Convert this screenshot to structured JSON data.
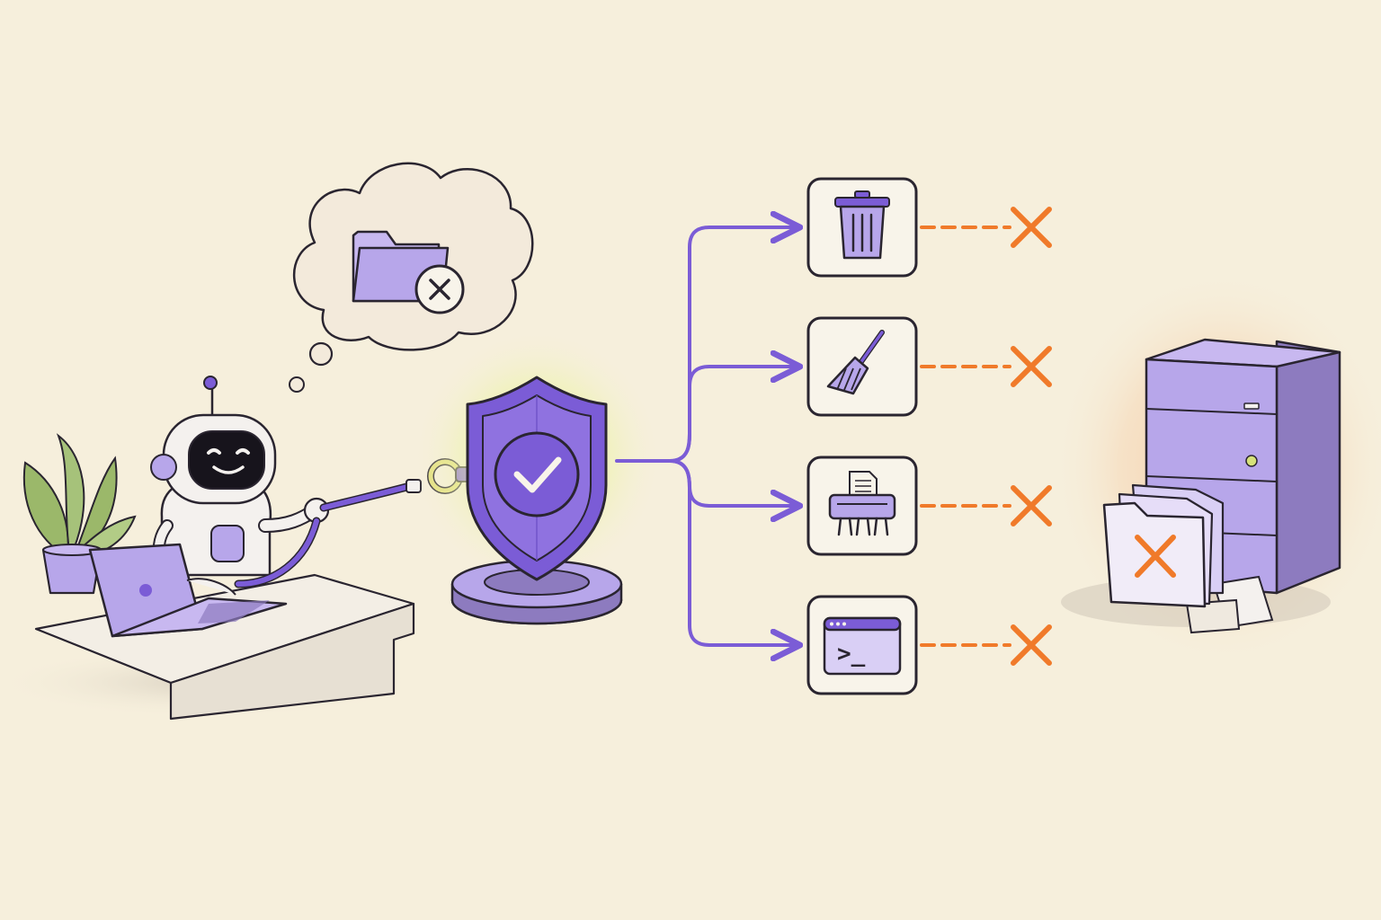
{
  "colors": {
    "background": "#f6efdc",
    "ink": "#2a2530",
    "purple": "#7b5cd6",
    "purple_light": "#b7a6ea",
    "purple_pale": "#d9cff5",
    "orange": "#f07a2a",
    "green_glow": "#e4ee8a",
    "leaf": "#9bb86a"
  },
  "icons": {
    "thought_cloud": "folder-with-x-icon",
    "robot": "robot-icon",
    "laptop": "laptop-icon",
    "plant": "potted-plant-icon",
    "shield": "shield-check-icon",
    "server": "server-tower-icon",
    "broken_folder": "folder-x-icon"
  },
  "actions": [
    {
      "key": "delete",
      "icon": "trash-can-icon",
      "status": "blocked"
    },
    {
      "key": "cleanup",
      "icon": "broom-icon",
      "status": "blocked"
    },
    {
      "key": "shred",
      "icon": "paper-shredder-icon",
      "status": "blocked"
    },
    {
      "key": "terminal",
      "icon": "terminal-window-icon",
      "status": "blocked"
    }
  ],
  "terminal_prompt": ">_"
}
